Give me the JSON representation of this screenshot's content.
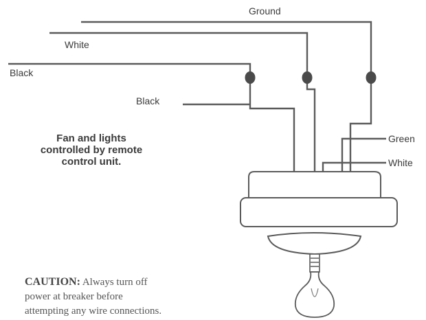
{
  "labels": {
    "ground": "Ground",
    "white_top": "White",
    "black_top": "Black",
    "black_mid": "Black",
    "green": "Green",
    "white_right": "White"
  },
  "note": {
    "lines": [
      "Fan and lights",
      "controlled by remote",
      "control unit."
    ]
  },
  "caution": {
    "heading": "CAUTION:",
    "line1": "Always turn off",
    "line2": "power at breaker before",
    "line3": "attempting any wire connections."
  },
  "colors": {
    "wire": "#5a5a5a",
    "connector": "#4a4a4a",
    "text": "#3a3a3a"
  }
}
